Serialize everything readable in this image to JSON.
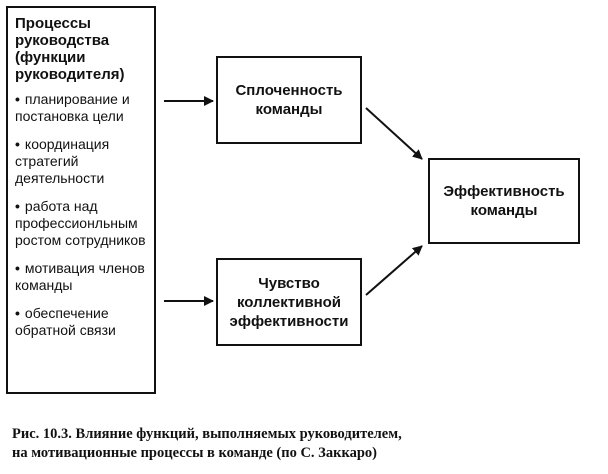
{
  "functions_box": {
    "title": "Процессы руководства (функции руководителя)",
    "items": [
      "планирование и постановка цели",
      "координация стратегий деятельности",
      "работа над профессионльным ростом сотрудников",
      "мотивация членов команды",
      "обеспечение обратной связи"
    ]
  },
  "cohesion_box": {
    "label": "Сплоченность команды"
  },
  "efficacy_box": {
    "label": "Чувство коллективной эффективности"
  },
  "effectiveness_box": {
    "label": "Эффективность команды"
  },
  "caption": {
    "line1": "Рис. 10.3. Влияние функций, выполняемых руководителем,",
    "line2": "на мотивационные процессы в команде (по С. Заккаро)"
  }
}
